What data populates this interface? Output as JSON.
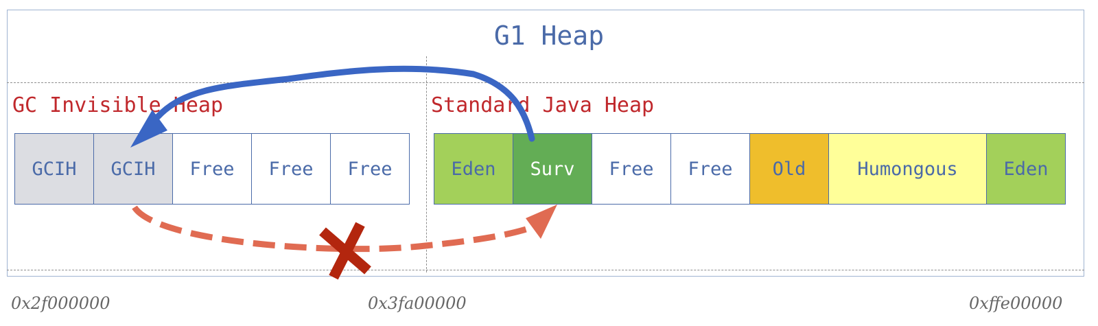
{
  "title": "G1 Heap",
  "regions": {
    "invisible_label": "GC Invisible Heap",
    "standard_label": "Standard Java Heap"
  },
  "gcih_cells": [
    {
      "label": "GCIH",
      "color": "#dcdde2",
      "text_color": "#4a6aa8"
    },
    {
      "label": "GCIH",
      "color": "#dcdde2",
      "text_color": "#4a6aa8"
    },
    {
      "label": "Free",
      "color": "#ffffff",
      "text_color": "#4a6aa8"
    },
    {
      "label": "Free",
      "color": "#ffffff",
      "text_color": "#4a6aa8"
    },
    {
      "label": "Free",
      "color": "#ffffff",
      "text_color": "#4a6aa8"
    }
  ],
  "java_cells": [
    {
      "label": "Eden",
      "color": "#a3d05a",
      "text_color": "#4a6aa8"
    },
    {
      "label": "Surv",
      "color": "#63ad55",
      "text_color": "#ffffff"
    },
    {
      "label": "Free",
      "color": "#ffffff",
      "text_color": "#4a6aa8"
    },
    {
      "label": "Free",
      "color": "#ffffff",
      "text_color": "#4a6aa8"
    },
    {
      "label": "Old",
      "color": "#efbe2c",
      "text_color": "#4a6aa8"
    },
    {
      "label": "Humongous",
      "color": "#ffff99",
      "text_color": "#4a6aa8",
      "span": 2
    },
    {
      "label": "Eden",
      "color": "#a3d05a",
      "text_color": "#4a6aa8"
    }
  ],
  "addresses": [
    "0x2f000000",
    "0x3fa00000",
    "0xffe00000"
  ],
  "colors": {
    "allowed_arrow": "#3a66c4",
    "blocked_arrow": "#e06b52",
    "blocked_mark": "#b3260e"
  }
}
